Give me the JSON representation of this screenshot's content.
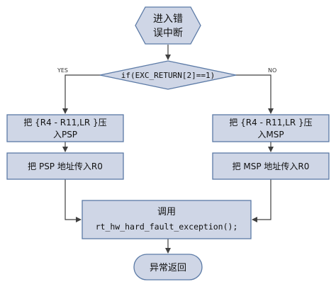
{
  "flowchart": {
    "start": {
      "line1": "进入错",
      "line2": "误中断"
    },
    "decision": {
      "label": "if(EXC_RETURN[2]==1)",
      "yes_label": "YES",
      "no_label": "NO"
    },
    "left_branch": {
      "push_line1": "把 {R4 - R11,LR }压",
      "push_line2": "入PSP",
      "addr": "把 PSP 地址传入R0"
    },
    "right_branch": {
      "push_line1": "把 {R4 - R11,LR }压",
      "push_line2": "入MSP",
      "addr": "把 MSP 地址传入R0"
    },
    "call": {
      "line1": "调用",
      "line2": "rt_hw_hard_fault_exception();"
    },
    "end": {
      "label": "异常返回"
    }
  },
  "colors": {
    "shape_fill": "#cfd6e6",
    "shape_stroke": "#5b7aa6",
    "line": "#404040"
  }
}
